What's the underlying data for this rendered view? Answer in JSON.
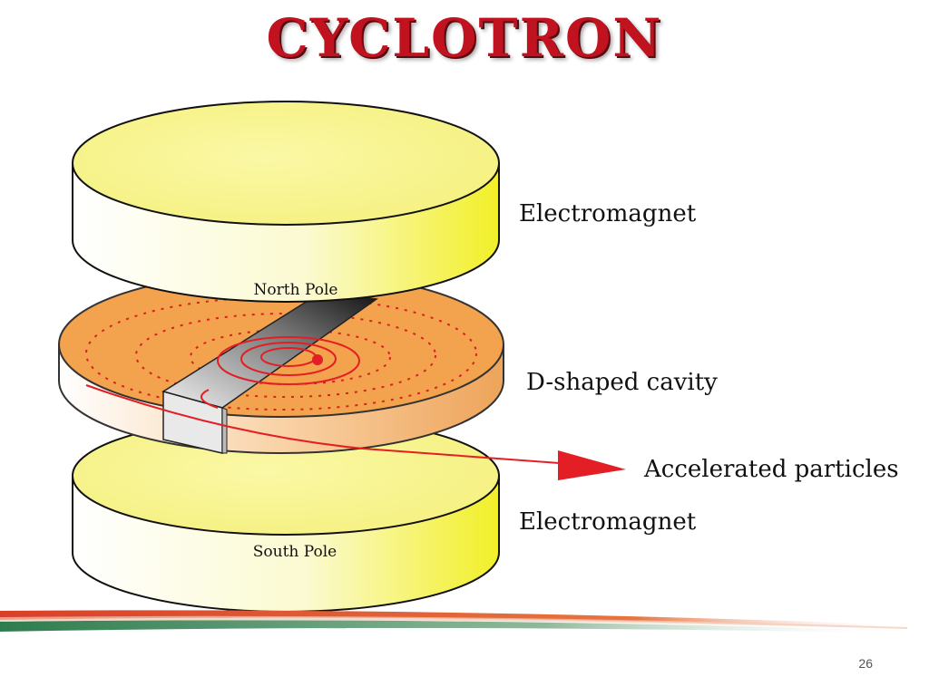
{
  "slide": {
    "title": "CYCLOTRON",
    "page_number": "26"
  },
  "labels": {
    "top_magnet": "Electromagnet",
    "north_pole": "North Pole",
    "d_cavity": "D-shaped cavity",
    "accelerated": "Accelerated particles",
    "bottom_magnet": "Electromagnet",
    "south_pole": "South Pole"
  },
  "colors": {
    "title": "#c1121f",
    "magnet": "#f6f48a",
    "cavity": "#f3a24e",
    "particle_path": "#e31e24",
    "band_red": "#d8402a",
    "band_green": "#2e7d4f"
  }
}
